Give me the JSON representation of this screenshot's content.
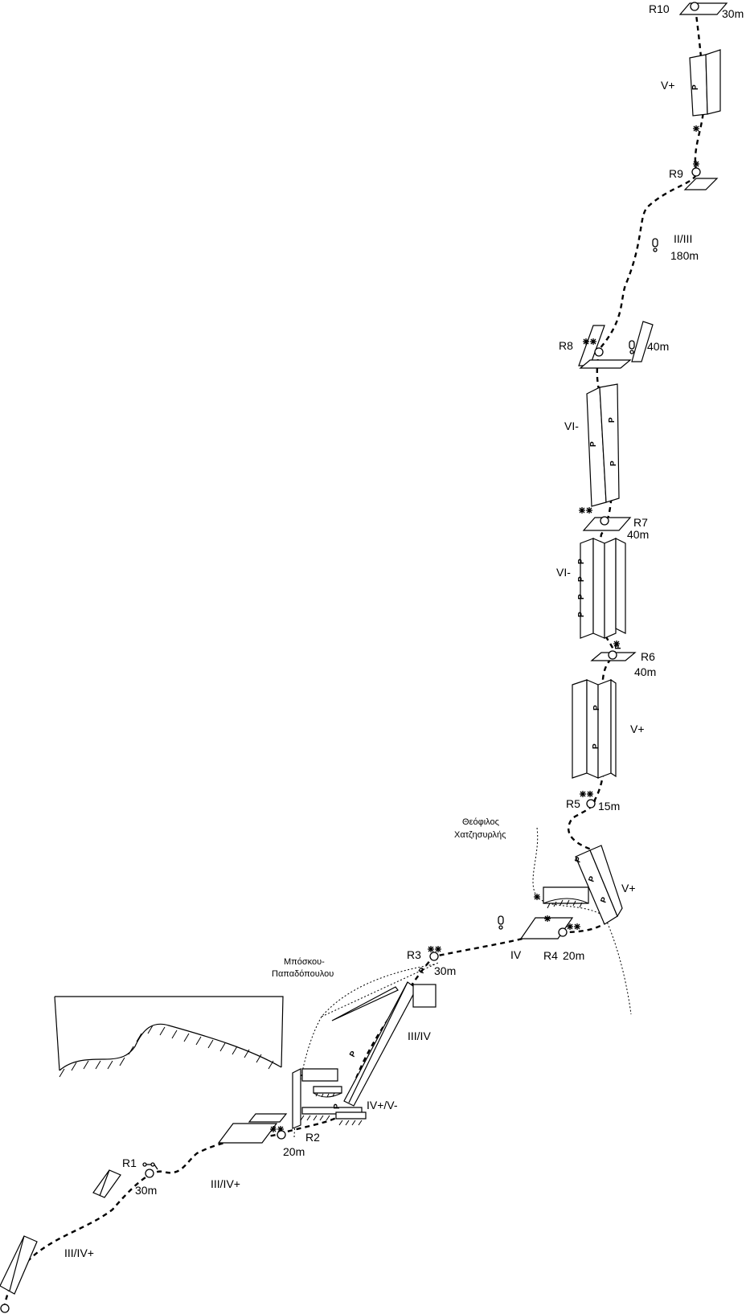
{
  "belays": [
    {
      "id": "R1",
      "label": "R1",
      "length": "30m"
    },
    {
      "id": "R2",
      "label": "R2",
      "length": "20m"
    },
    {
      "id": "R3",
      "label": "R3",
      "length": "30m"
    },
    {
      "id": "R4",
      "label": "R4",
      "length": "20m"
    },
    {
      "id": "R5",
      "label": "R5",
      "length": "15m"
    },
    {
      "id": "R6",
      "label": "R6",
      "length": "40m"
    },
    {
      "id": "R7",
      "label": "R7",
      "length": "40m"
    },
    {
      "id": "R8",
      "label": "R8",
      "length": "40m"
    },
    {
      "id": "R9",
      "label": "R9",
      "length": "180m"
    },
    {
      "id": "R10",
      "label": "R10",
      "length": "30m"
    }
  ],
  "grades": {
    "p1": "III/IV+",
    "p2": "III/IV+",
    "p3a": "IV+/V-",
    "p3b": "III/IV",
    "p4": "IV",
    "p5": "V+",
    "p6": "V+",
    "p7": "VI-",
    "p8": "VI-",
    "p9": "II/III",
    "p10": "V+"
  },
  "variant_labels": {
    "left_line1": "Μπόσκου-",
    "left_line2": "Παπαδόπουλου",
    "right_line1": "Θεόφιλος",
    "right_line2": "Χατζησυρλής"
  },
  "piton_mark": "P",
  "icons": [
    "belay-ring-icon",
    "bolt-icon",
    "piton-icon",
    "thread-icon",
    "route-line",
    "variant-route-line"
  ]
}
